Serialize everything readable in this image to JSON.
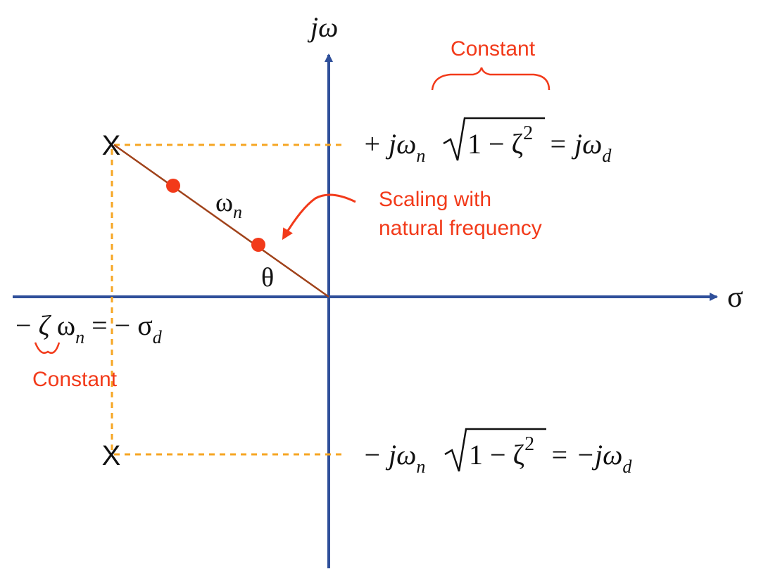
{
  "colors": {
    "axis": "#2F4F9A",
    "guide": "#F6A623",
    "line": "#A0421A",
    "accent": "#F23A1A",
    "pole": "#111111",
    "text": "#111111"
  },
  "axes": {
    "vertical_label": "jω",
    "horizontal_label": "σ"
  },
  "poles": {
    "marker": "X"
  },
  "labels": {
    "omega_n": {
      "base": "ω",
      "sub": "n"
    },
    "theta": "θ",
    "upper_equation": {
      "prefix": "+ jω",
      "sub_n": "n",
      "radicand": "1 − ζ",
      "power": "2",
      "equals": "= jω",
      "sub_d": "d"
    },
    "lower_equation": {
      "prefix": "− jω",
      "sub_n": "n",
      "radicand": "1 − ζ",
      "power": "2",
      "equals": "= −jω",
      "sub_d": "d"
    },
    "real_part": {
      "minus": "−",
      "zeta": "ζ",
      "omega": "ω",
      "sub_n": "n",
      "equals": "= − σ",
      "sub_d": "d"
    }
  },
  "annotations": {
    "constant_top": "Constant",
    "constant_bottom": "Constant",
    "scaling_line1": "Scaling with",
    "scaling_line2": "natural frequency"
  }
}
